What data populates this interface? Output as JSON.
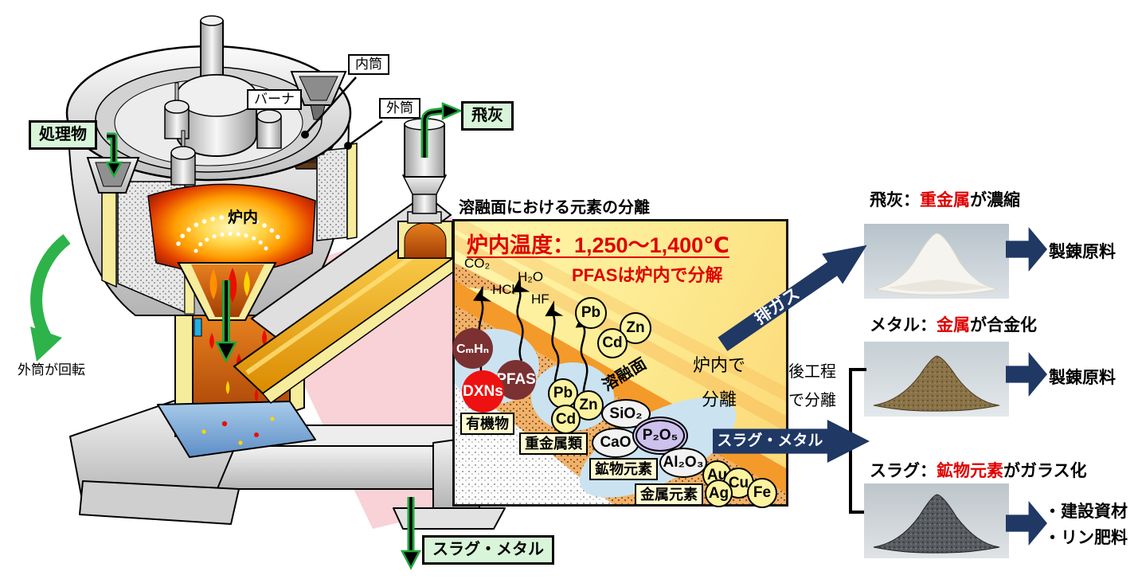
{
  "furnace": {
    "feed": "処理物",
    "inner_cyl": "内筒",
    "burner": "バーナ",
    "outer_cyl": "外筒",
    "fly_ash": "飛灰",
    "in_furnace": "炉内",
    "rotation_note": "外筒が回転",
    "slag_metal_out": "スラグ・メタル"
  },
  "panel": {
    "title": "溶融面における元素の分離",
    "temperature": "炉内温度：1,250～1,400℃",
    "pfas_note": "PFASは炉内で分解",
    "gas": {
      "co2": "CO₂",
      "hcl": "HCl",
      "h2o": "H₂O",
      "hf": "HF"
    },
    "species": {
      "pb": "Pb",
      "zn": "Zn",
      "cd": "Cd",
      "cmhn": "CₘHₙ",
      "pfas": "PFAS",
      "dxns": "DXNs",
      "sio2": "SiO₂",
      "cao": "CaO",
      "p2o5": "P₂O₅",
      "al2o3": "Al₂O₃",
      "au": "Au",
      "cu": "Cu",
      "ag": "Ag",
      "fe": "Fe"
    },
    "groups": {
      "organic": "有機物",
      "heavy": "重金属類",
      "mineral": "鉱物元素",
      "metal": "金属元素"
    },
    "melt_surface": "溶融面",
    "note_line1": "炉内で",
    "note_line2": "分離",
    "exhaust": "排ガス",
    "slag_metal": "スラグ・メタル"
  },
  "outputs": {
    "note_line1": "後工程",
    "note_line2": "で分離",
    "fly_ash": {
      "prefix": "飛灰：",
      "highlight": "重金属",
      "suffix": "が濃縮",
      "dest": "製錬原料"
    },
    "metal": {
      "prefix": "メタル：",
      "highlight": "金属",
      "suffix": "が合金化",
      "dest": "製錬原料"
    },
    "slag": {
      "prefix": "スラグ：",
      "highlight": "鉱物元素",
      "suffix": "がガラス化",
      "dest1": "・建設資材",
      "dest2": "・リン肥料"
    }
  },
  "colors": {
    "navy": "#1F3864",
    "red": "#E00000",
    "green_fill": "#D9F5D9",
    "green_arrow": "#1FA83C",
    "melt_band": "#F39A2B",
    "maroon": "#7B3032",
    "dxn_red": "#EE1111",
    "species_yellow": "#FBF3A0",
    "p2o5_purple": "#CDC1ED"
  }
}
